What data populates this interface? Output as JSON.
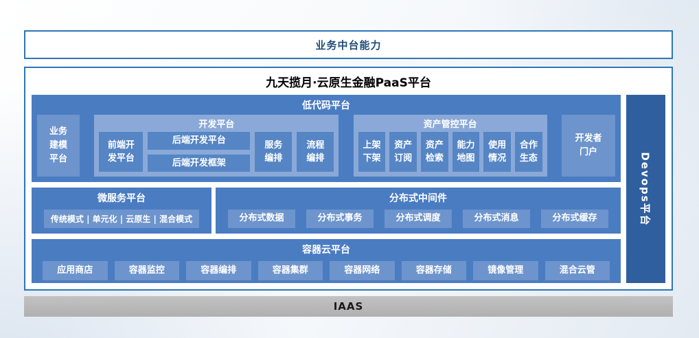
{
  "colors": {
    "border_blue": "#2e75b6",
    "section_blue": "#4a7cc2",
    "group_blue": "#8aa9d8",
    "leaf_blue": "#6d94cc",
    "leaf_blue_inner": "#5585c4",
    "devops_blue": "#2f5f9e",
    "iaas_gray": "#b3b3b3",
    "banner_text": "#1f4e79"
  },
  "top_banner": {
    "label": "业务中台能力"
  },
  "platform": {
    "title": "九天揽月·云原生金融PaaS平台",
    "low_code": {
      "title": "低代码平台",
      "business_modeling": "业务建模平台",
      "dev_platform": {
        "title": "开发平台",
        "frontend": "前端开发平台",
        "backend_platform": "后端开发平台",
        "backend_framework": "后端开发框架",
        "service_orchestration": "服务编排",
        "process_orchestration": "流程编排"
      },
      "asset_platform": {
        "title": "资产管控平台",
        "items": [
          "上架下架",
          "资产订阅",
          "资产检索",
          "能力地图",
          "使用情况",
          "合作生态"
        ]
      },
      "developer_portal": "开发者门户"
    },
    "microservice": {
      "title": "微服务平台",
      "modes": "传统模式 | 单元化 | 云原生 | 混合模式"
    },
    "middleware": {
      "title": "分布式中间件",
      "items": [
        "分布式数据",
        "分布式事务",
        "分布式调度",
        "分布式消息",
        "分布式缓存"
      ]
    },
    "container_cloud": {
      "title": "容器云平台",
      "items": [
        "应用商店",
        "容器监控",
        "容器编排",
        "容器集群",
        "容器网络",
        "容器存储",
        "镜像管理",
        "混合云管"
      ]
    },
    "devops": {
      "label": "Devops平台"
    }
  },
  "iaas": {
    "label": "IAAS"
  }
}
